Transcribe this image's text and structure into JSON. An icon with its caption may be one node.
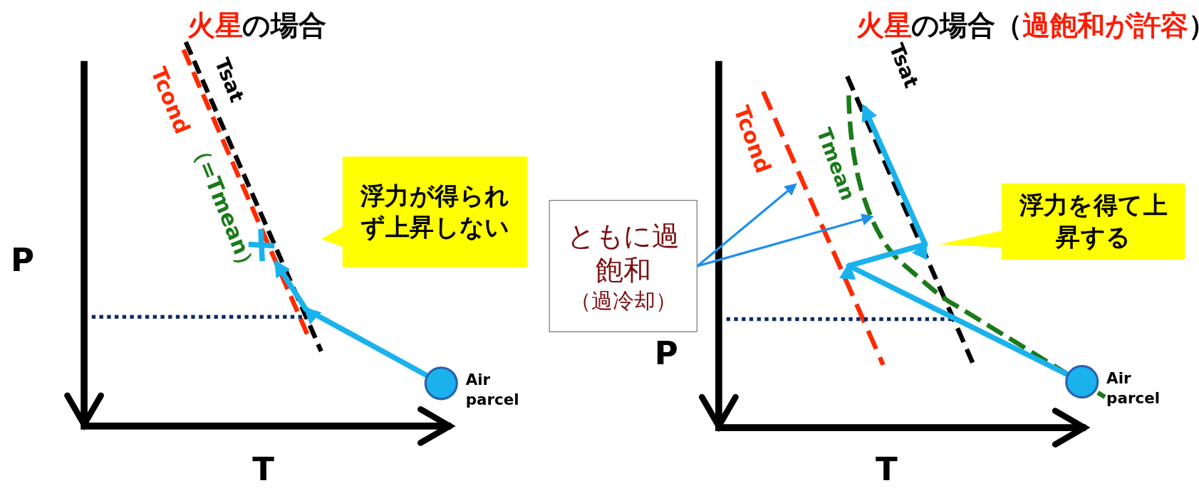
{
  "diagram": {
    "nodes": [
      {
        "text": [
          "浮力が得られず上昇しない"
        ]
      },
      {
        "text": [
          "ともに過飽和",
          "（過冷却）"
        ]
      },
      {
        "text": [
          "浮力を得て上昇する"
        ]
      },
      {
        "text": [],
        "shape": "circle",
        "beside": [
          "Air parcel"
        ]
      },
      {
        "text": [],
        "shape": "circle",
        "beside": [
          "Air parcel"
        ]
      },
      {
        "text": [],
        "shape": "cross"
      }
    ],
    "edges": [
      {
        "from": 3,
        "to": 5,
        "arrow": "to",
        "style": "thick"
      },
      {
        "from": 4,
        "to": null,
        "arrow": "to",
        "style": "thick"
      },
      {
        "from": 1,
        "to": null,
        "arrow": "to"
      },
      {
        "from": 1,
        "to": null,
        "arrow": "to"
      }
    ],
    "labels": [
      "火星",
      "の場合",
      "火星",
      "の場合（",
      "過飽和が許容",
      "）",
      "Tsat",
      "Tcond",
      "（=Tmean）",
      "Tsat",
      "Tcond",
      "Tmean",
      "P",
      "P",
      "T",
      "T"
    ]
  }
}
